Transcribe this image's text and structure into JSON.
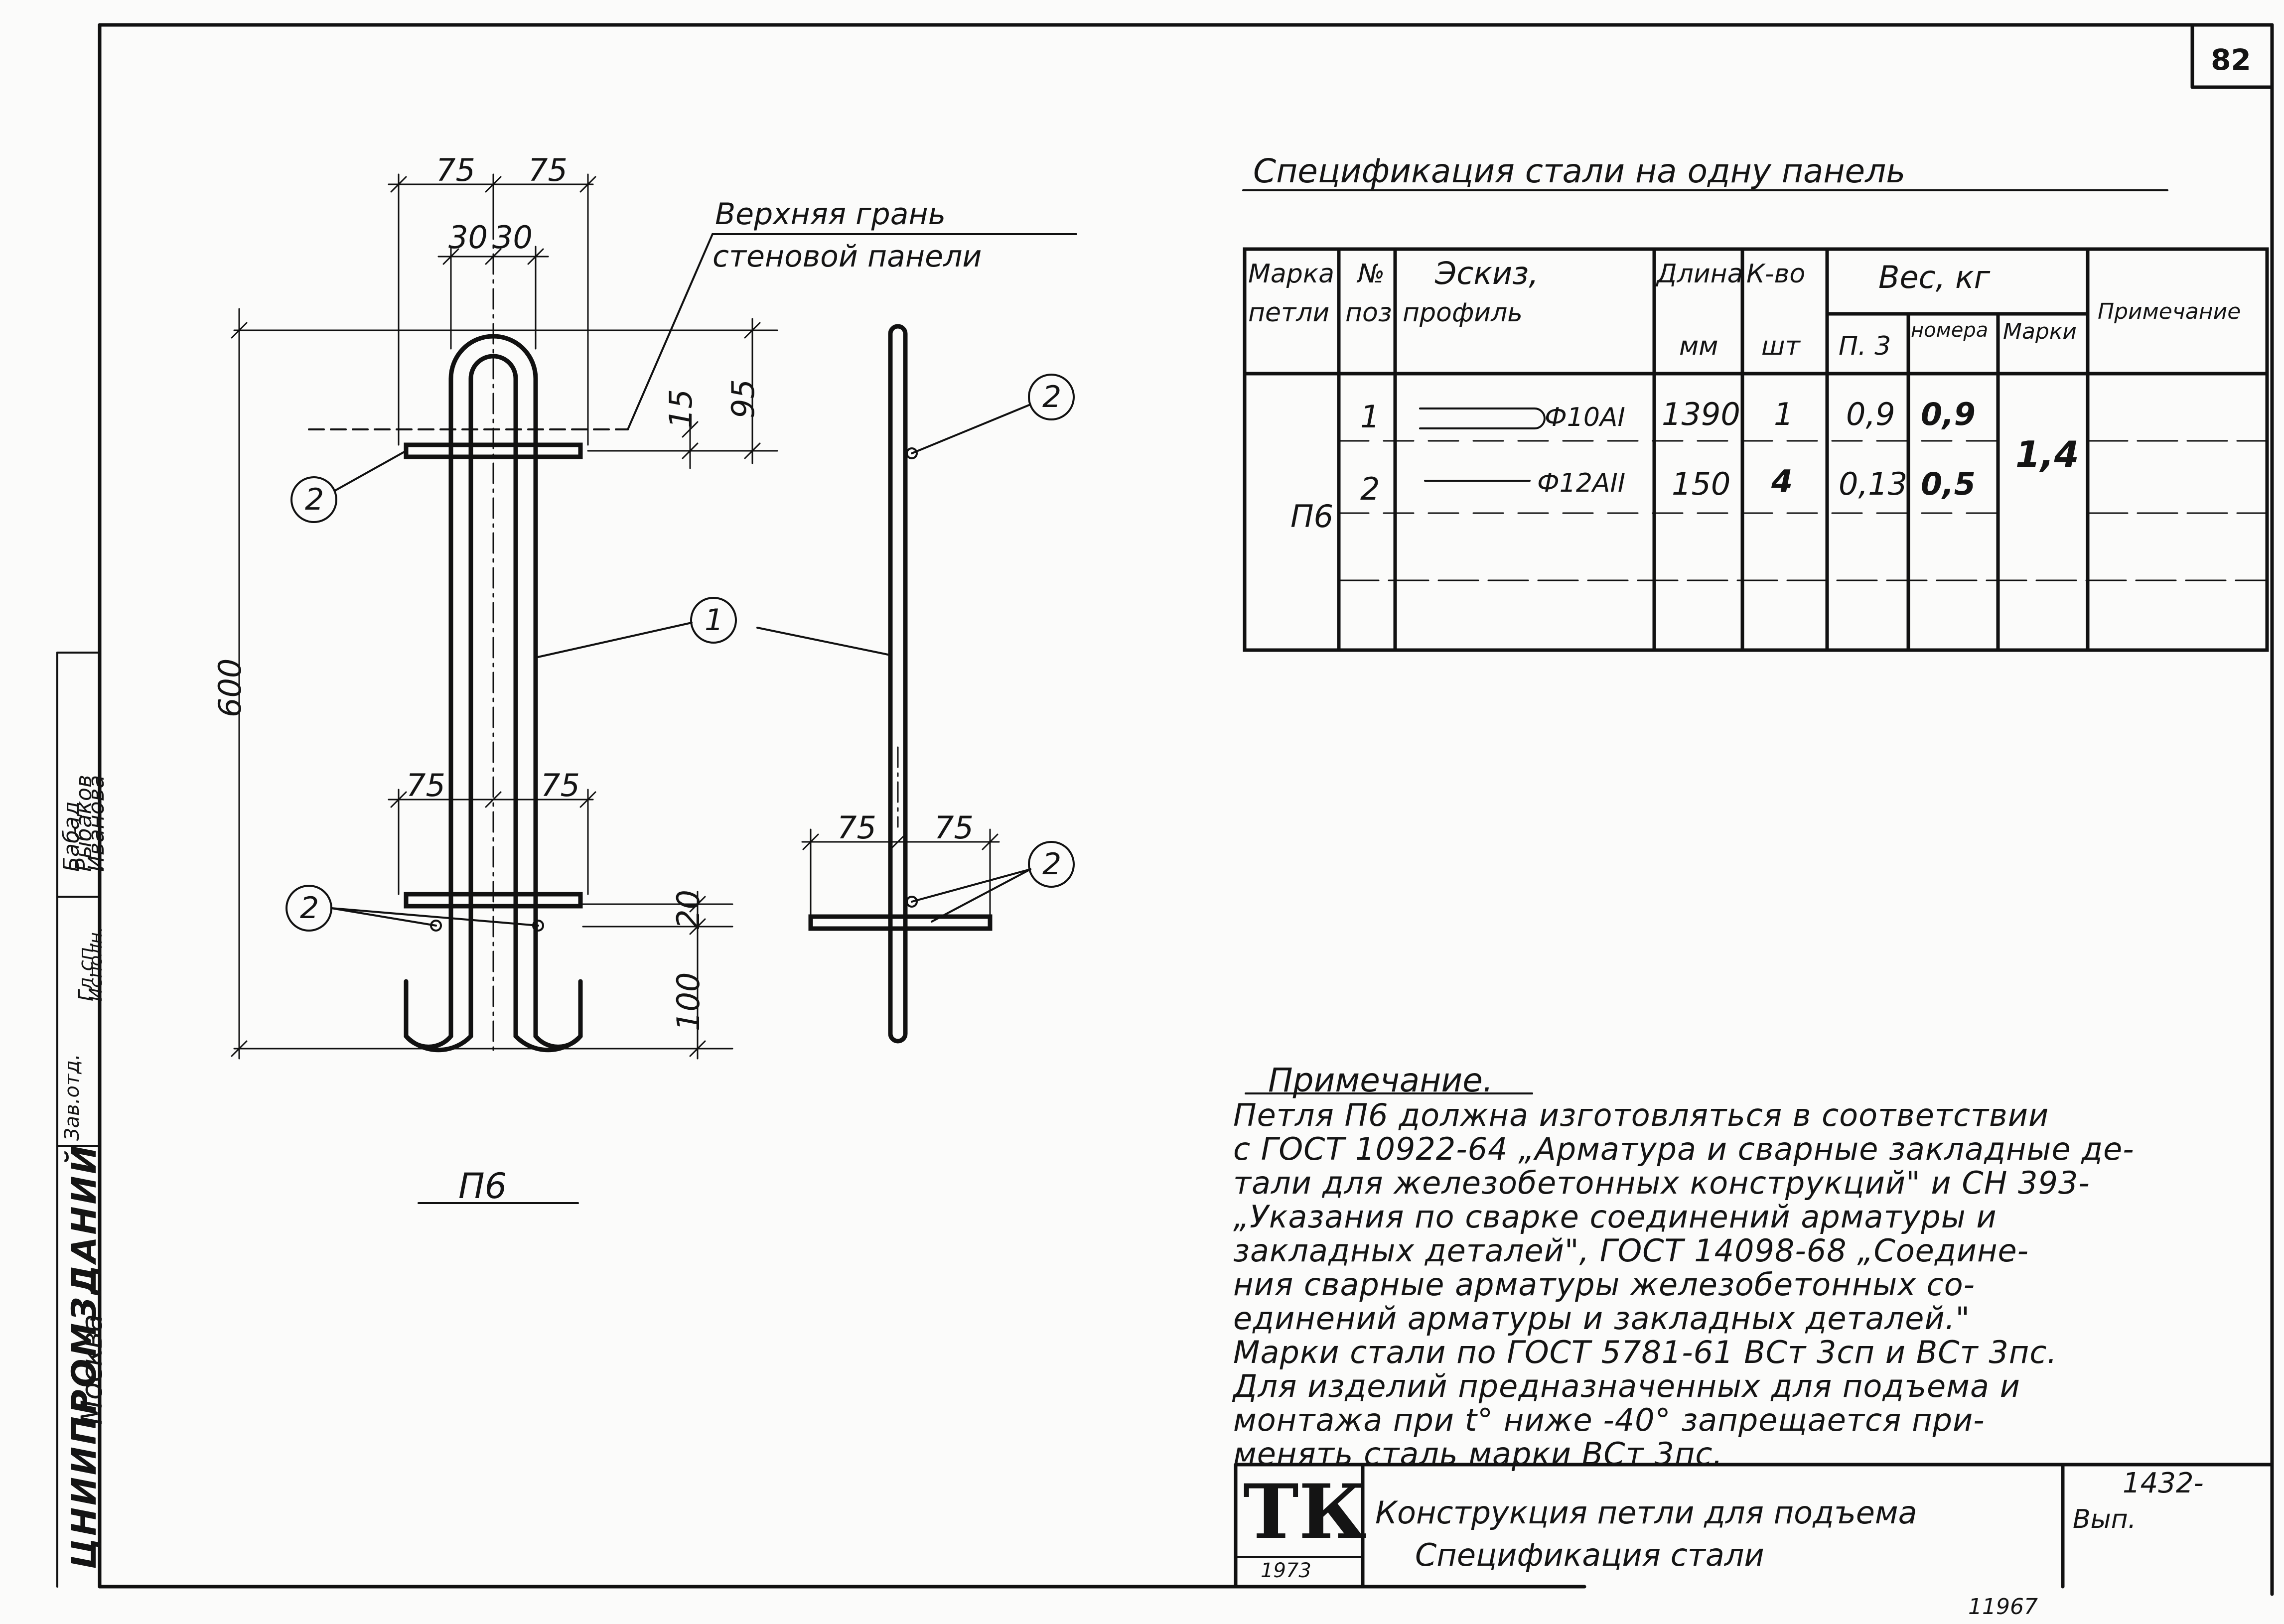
{
  "page_number": "82",
  "spec_title": "Спецификация стали на одну панель",
  "top_label": {
    "line1": "Верхняя грань",
    "line2": "стеновой панели"
  },
  "dimensions": {
    "top_75_left": "75",
    "top_75_right": "75",
    "top_30_left": "30",
    "top_30_right": "30",
    "d15": "15",
    "d95": "95",
    "d600": "600",
    "low_75_left": "75",
    "low_75_right": "75",
    "d20": "20",
    "d100": "100",
    "side_75_left": "75",
    "side_75_right": "75"
  },
  "callouts": {
    "c2_upper_left": "2",
    "c1_center": "1",
    "c2_lower_left": "2",
    "c2_side_upper": "2",
    "c2_side_lower": "2"
  },
  "drawing_label": "П6",
  "table": {
    "headers": {
      "marka": "Марка",
      "petli": "петли",
      "no": "№",
      "poz": "поз",
      "eskiz": "Эскиз,",
      "profil": "профиль",
      "dlina": "Длина",
      "mm": "мм",
      "kvo": "К-во",
      "sht": "шт",
      "ves": "Вес, кг",
      "p3": "П. 3",
      "nomera": "номера",
      "marki": "Марки",
      "primech": "Примечание"
    },
    "rows": [
      {
        "poz": "1",
        "profil": "Ф10АI",
        "dlina": "1390",
        "kvo": "1",
        "p3": "0,9",
        "nomera": "0,9"
      },
      {
        "poz": "2",
        "profil": "Ф12АII",
        "dlina": "150",
        "kvo": "4",
        "p3": "0,13",
        "nomera": "0,5"
      }
    ],
    "marka_value": "П6",
    "marki_value": "1,4"
  },
  "note": {
    "title": "Примечание.",
    "lines": [
      "Петля П6 должна изготовляться в соответствии",
      "с ГОСТ 10922-64 „Арматура и сварные закладные де-",
      "тали для железобетонных конструкций\" и СН 393-",
      "„Указания по сварке соединений арматуры и",
      "закладных деталей\", ГОСТ 14098-68 „Соедине-",
      "ния сварные арматуры железобетонных со-",
      "единений арматуры и закладных деталей.\"",
      "Марки стали по ГОСТ 5781-61  ВСт 3сп и ВСт 3пс.",
      "Для изделий предназначенных для подъема и",
      "монтажа при t° ниже -40° запрещается при-",
      "менять сталь марки ВСт 3пс."
    ]
  },
  "title_block": {
    "logo": "ТК",
    "year": "1973",
    "line1": "Конструкция петли для подъема",
    "line2": "Спецификация стали",
    "code": "1432-",
    "code2": "Вып.",
    "code3": "",
    "bottom_number": "11967"
  },
  "side_stamp": {
    "org": "ЦНИИПРОМЗДАНИЙ",
    "city": "Москва",
    "role1": "Зав.отд.",
    "role2": "Гл.сп.",
    "role3": "Исполн.",
    "name1": "Бабад",
    "name2": "Рыбаков",
    "name3": "Иванова"
  }
}
